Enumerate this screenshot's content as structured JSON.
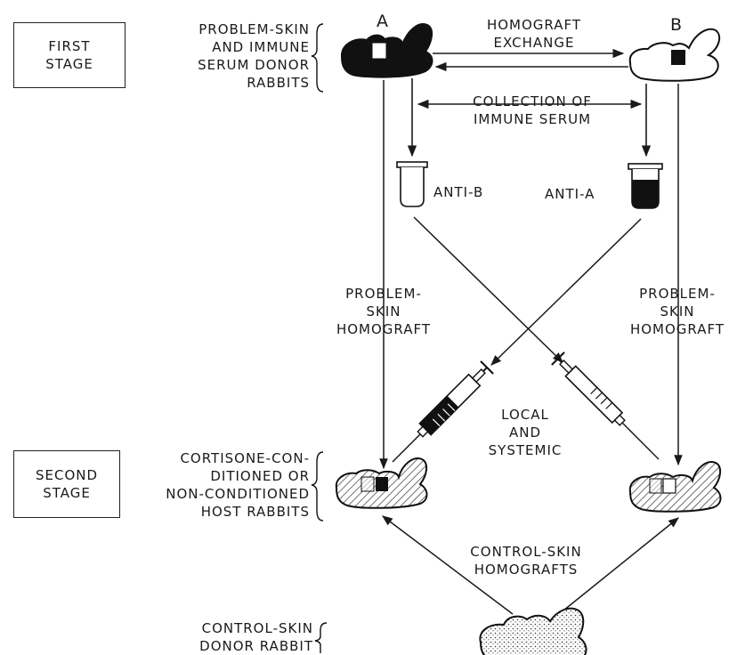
{
  "stages": {
    "first": "FIRST\nSTAGE",
    "second": "SECOND\nSTAGE"
  },
  "labels": {
    "donor_group": "PROBLEM-SKIN\nAND IMMUNE\nSERUM DONOR\nRABBITS",
    "rabbit_a": "A",
    "rabbit_b": "B",
    "homograft_exchange": "HOMOGRAFT\nEXCHANGE",
    "collection": "COLLECTION OF\nIMMUNE SERUM",
    "anti_b": "ANTI-B",
    "anti_a": "ANTI-A",
    "problem_skin_left": "PROBLEM-\nSKIN\nHOMOGRAFT",
    "problem_skin_right": "PROBLEM-\nSKIN\nHOMOGRAFT",
    "local_systemic": "LOCAL\nAND\nSYSTEMIC",
    "host_group": "CORTISONE-CON-\nDITIONED OR\nNON-CONDITIONED\nHOST RABBITS",
    "control_grafts": "CONTROL-SKIN\nHOMOGRAFTS",
    "control_donor": "CONTROL-SKIN\nDONOR RABBIT"
  }
}
